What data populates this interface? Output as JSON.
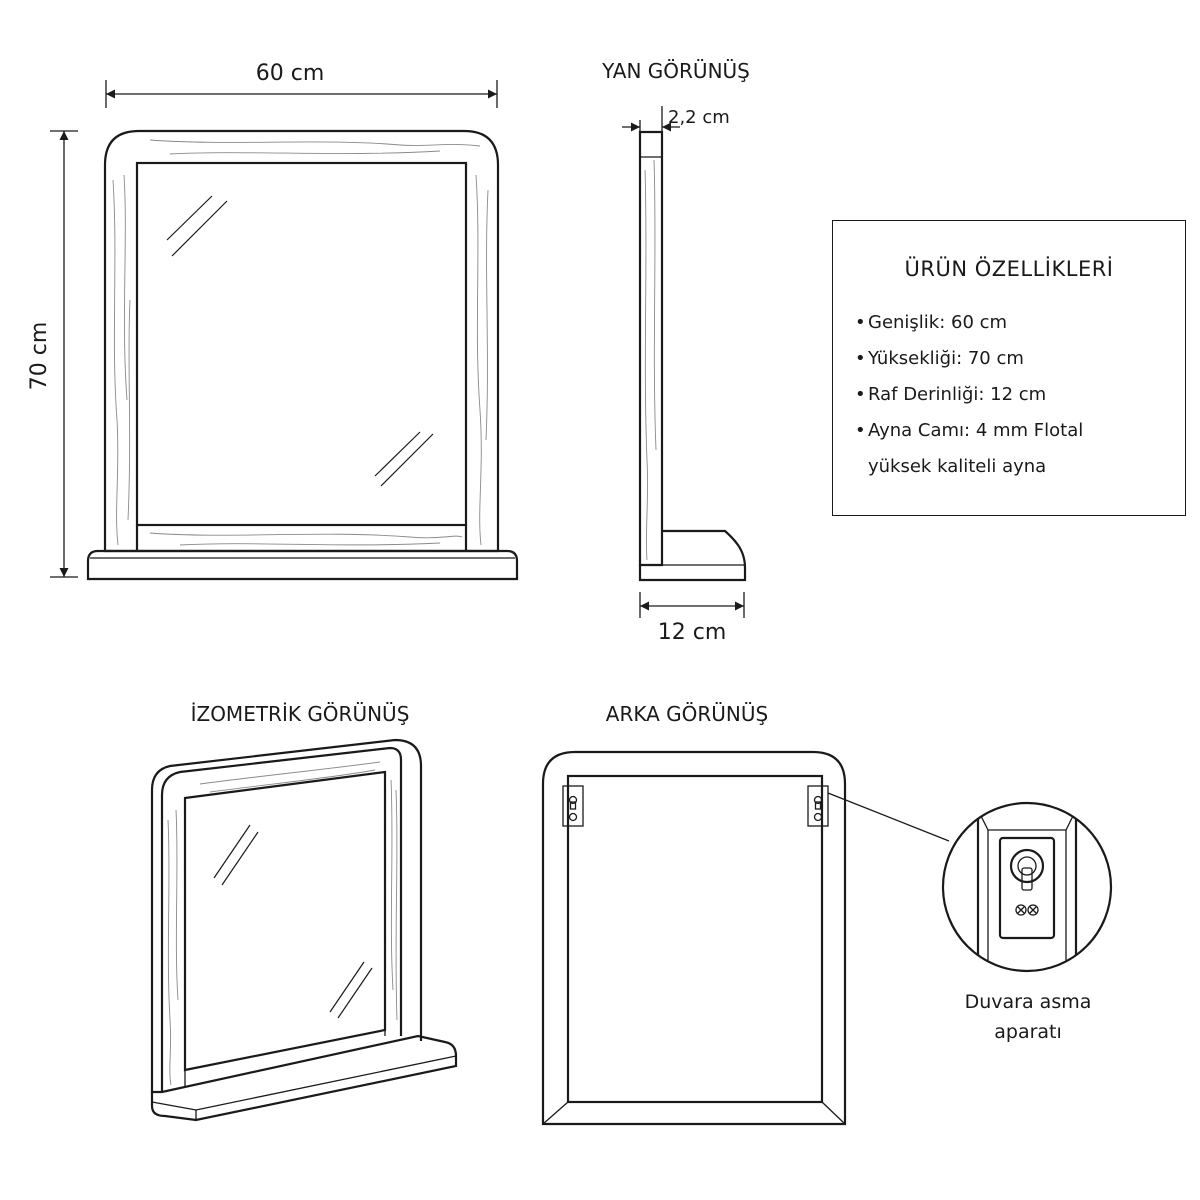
{
  "dimensions": {
    "width": "60 cm",
    "height": "70 cm",
    "thickness": "2,2 cm",
    "shelf_depth": "12 cm"
  },
  "views": {
    "side": "YAN GÖRÜNÜŞ",
    "isometric": "İZOMETRİK GÖRÜNÜŞ",
    "back": "ARKA GÖRÜNÜŞ"
  },
  "specs": {
    "title": "ÜRÜN ÖZELLİKLERİ",
    "items": [
      "Genişlik: 60 cm",
      "Yüksekliği: 70 cm",
      "Raf Derinliği: 12 cm",
      "Ayna Camı: 4 mm Flotal"
    ],
    "continuation": "yüksek kaliteli ayna"
  },
  "detail": {
    "caption_line1": "Duvara asma",
    "caption_line2": "aparatı"
  },
  "colors": {
    "line": "#1a1a1a",
    "background": "#ffffff",
    "grain": "#8a8a8a"
  }
}
